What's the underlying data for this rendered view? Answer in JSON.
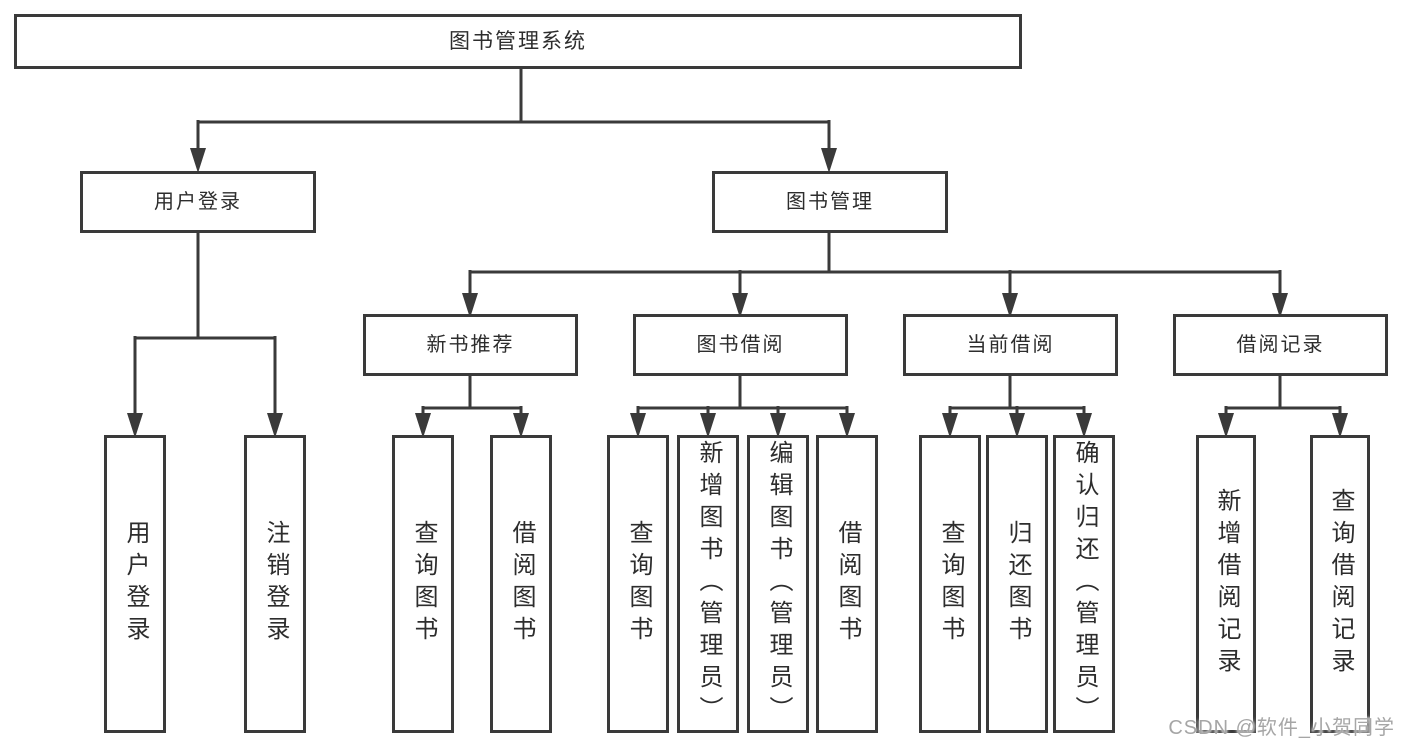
{
  "diagram": {
    "tree": {
      "root": {
        "label": "图书管理系统"
      },
      "children": [
        {
          "label": "用户登录",
          "children": [
            {
              "label": "用户登录"
            },
            {
              "label": "注销登录"
            }
          ]
        },
        {
          "label": "图书管理",
          "children": [
            {
              "label": "新书推荐",
              "children": [
                {
                  "label": "查询图书"
                },
                {
                  "label": "借阅图书"
                }
              ]
            },
            {
              "label": "图书借阅",
              "children": [
                {
                  "label": "查询图书"
                },
                {
                  "label": "新增图书（管理员）"
                },
                {
                  "label": "编辑图书（管理员）"
                },
                {
                  "label": "借阅图书"
                }
              ]
            },
            {
              "label": "当前借阅",
              "children": [
                {
                  "label": "查询图书"
                },
                {
                  "label": "归还图书"
                },
                {
                  "label": "确认归还（管理员）"
                }
              ]
            },
            {
              "label": "借阅记录",
              "children": [
                {
                  "label": "新增借阅记录"
                },
                {
                  "label": "查询借阅记录"
                }
              ]
            }
          ]
        }
      ]
    },
    "watermark": "CSDN @软件_小贺同学",
    "colors": {
      "line": "#3a3a3a",
      "box_border": "#3a3a3a",
      "box_fill": "#ffffff",
      "text": "#2d2d2d",
      "watermark": "#a6a6a6"
    }
  }
}
